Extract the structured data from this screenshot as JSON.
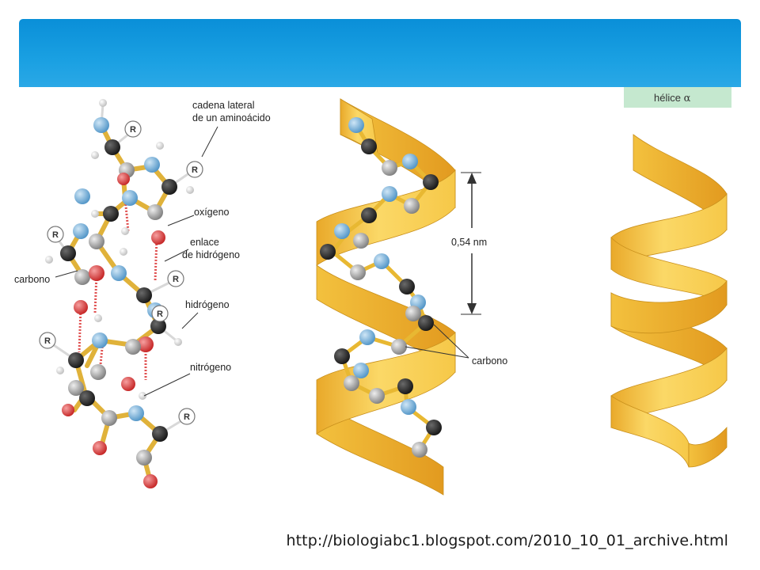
{
  "header": {
    "title": ""
  },
  "labels": {
    "side_chain": [
      "cadena lateral",
      "de un aminoácido"
    ],
    "oxygen": "oxígeno",
    "hydrogen_bond": [
      "enlace",
      "de hidrógeno"
    ],
    "carbon_left": "carbono",
    "hydrogen": "hidrógeno",
    "nitrogen": "nitrógeno",
    "pitch": "0,54 nm",
    "carbon_right": "carbono",
    "r_group": "R"
  },
  "helix_tag": {
    "prefix": "hélice ",
    "symbol": "α"
  },
  "source": {
    "url": "http://biologiabc1.blogspot.com/2010_10_01_archive.html"
  },
  "colors": {
    "header": "#1a9ee0",
    "ribbon": "#f4c542",
    "carbon_atom": "#2b2b2b",
    "nitrogen_atom": "#6fb0dd",
    "oxygen_atom": "#d93a3a",
    "alpha_carbon_atom": "#a0a0a0",
    "hydrogen_atom": "#f2f2f2",
    "hydrogen_bond": "#e05050",
    "helix_tag_bg": "#c5e8cf"
  }
}
